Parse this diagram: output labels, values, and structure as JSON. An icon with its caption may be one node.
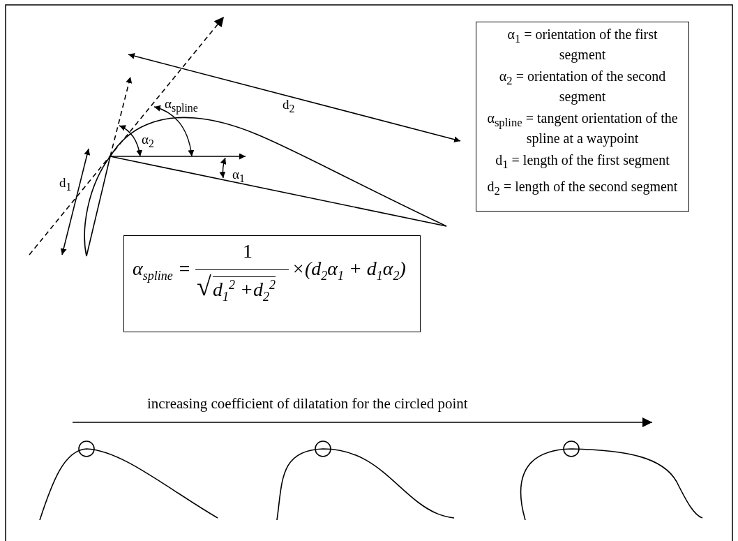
{
  "diagram": {
    "nodes": [
      {
        "text": [
          "α$_{1}$ = orientation of the first segment",
          "α$_{2}$ = orientation of the second segment",
          "α$_{spline}$ = tangent orientation of the spline at a waypoint",
          "d$_{1}$ = length of the first segment",
          "d$_{2}$ = length of the second segment"
        ]
      },
      {
        "text": [
          "α$_{spline}$ =",
          "1",
          "√",
          "d$_{1}$$^{2}$ +d$_{2}$$^{2}$",
          "×(d$_{2}$α$_{1}$ + d$_{1}$α$_{2}$)"
        ]
      }
    ],
    "labels": [
      "α$_{spline}$",
      "d$_{2}$",
      "α$_{2}$",
      "d$_{1}$",
      "α$_{1}$",
      "increasing coefficient of dilatation for the circled point"
    ]
  }
}
